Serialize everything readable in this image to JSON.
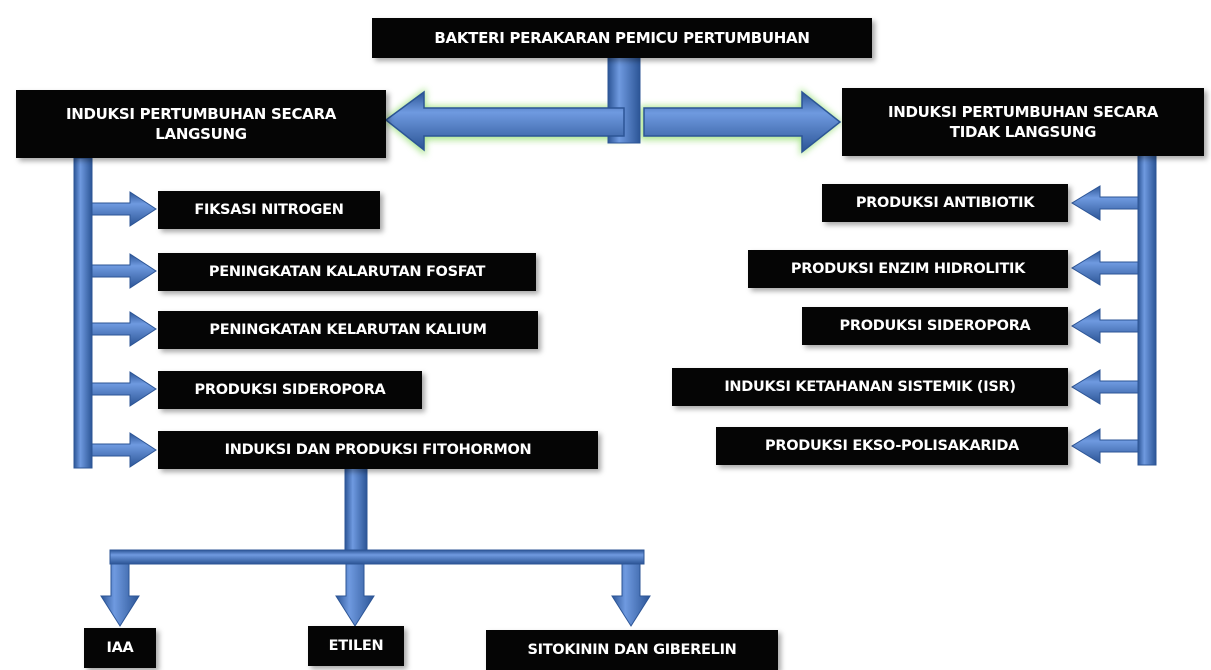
{
  "root": {
    "label": "BAKTERI PERAKARAN PEMICU PERTUMBUHAN"
  },
  "direct": {
    "label": "INDUKSI PERTUMBUHAN SECARA\nLANGSUNG",
    "items": [
      "FIKSASI NITROGEN",
      "PENINGKATAN KALARUTAN FOSFAT",
      "PENINGKATAN KELARUTAN KALIUM",
      "PRODUKSI SIDEROPORA",
      "INDUKSI DAN PRODUKSI FITOHORMON"
    ]
  },
  "indirect": {
    "label": "INDUKSI PERTUMBUHAN SECARA\nTIDAK LANGSUNG",
    "items": [
      "PRODUKSI ANTIBIOTIK",
      "PRODUKSI ENZIM HIDROLITIK",
      "PRODUKSI SIDEROPORA",
      "INDUKSI KETAHANAN SISTEMIK (ISR)",
      "PRODUKSI EKSO-POLISAKARIDA"
    ]
  },
  "phytohormones": [
    "IAA",
    "ETILEN",
    "SITOKININ DAN GIBERELIN"
  ],
  "colors": {
    "box_fill": "#050505",
    "box_text": "#ffffff",
    "arrow_fill": "#4a78c4",
    "arrow_edge": "#2c5596",
    "glow": "#9be07a"
  }
}
